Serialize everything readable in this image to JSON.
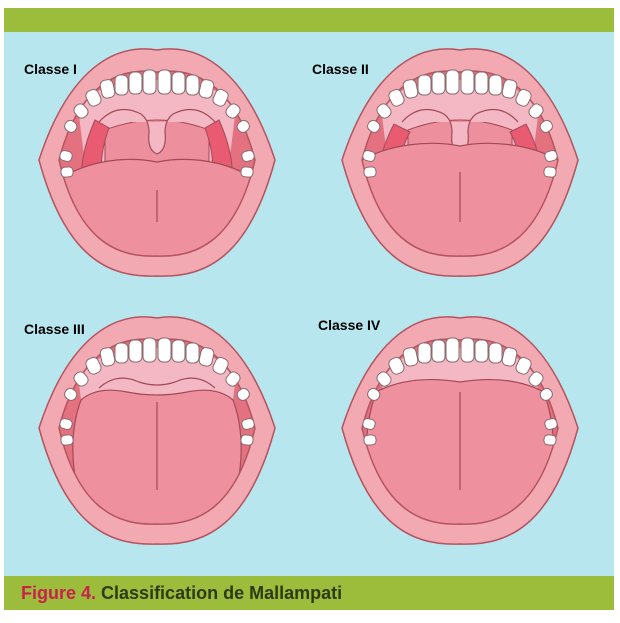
{
  "figure": {
    "number_label": "Figure 4.",
    "title": "Classification de Mallampati"
  },
  "panels": [
    {
      "label": "Classe I"
    },
    {
      "label": "Classe II"
    },
    {
      "label": "Classe III"
    },
    {
      "label": "Classe IV"
    }
  ],
  "colors": {
    "background": "#b7e6ee",
    "bar": "#9cbc3c",
    "figure_number": "#c8214a",
    "lips": "#f3a9b2",
    "mouth_interior": "#e3717f",
    "palate": "#f4b8c4",
    "tongue": "#ef909f",
    "teeth": "#ffffff"
  }
}
